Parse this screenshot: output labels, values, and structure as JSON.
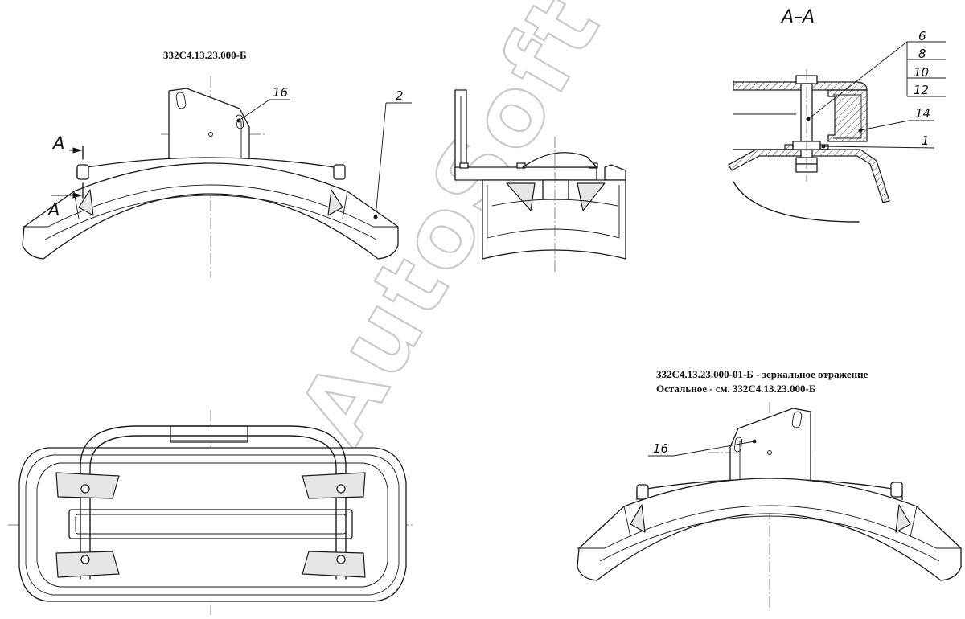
{
  "drawing": {
    "designation_main": "332С4.13.23.000-Б",
    "mirror_note_line1": "332С4.13.23.000-01-Б - зеркальное отражение",
    "mirror_note_line2": "Остальное - см. 332С4.13.23.000-Б",
    "section_title": "А–А",
    "cut_label_top": "А",
    "cut_label_bottom": "А",
    "watermark": "AutoSoft"
  },
  "callouts": {
    "front_view": [
      "16",
      "2"
    ],
    "section_view": [
      "6",
      "8",
      "10",
      "12",
      "14",
      "1"
    ],
    "mirror_view": [
      "16"
    ]
  },
  "colors": {
    "line": "#1a1a1a",
    "background": "#ffffff",
    "watermark": "#c9c9c9"
  }
}
